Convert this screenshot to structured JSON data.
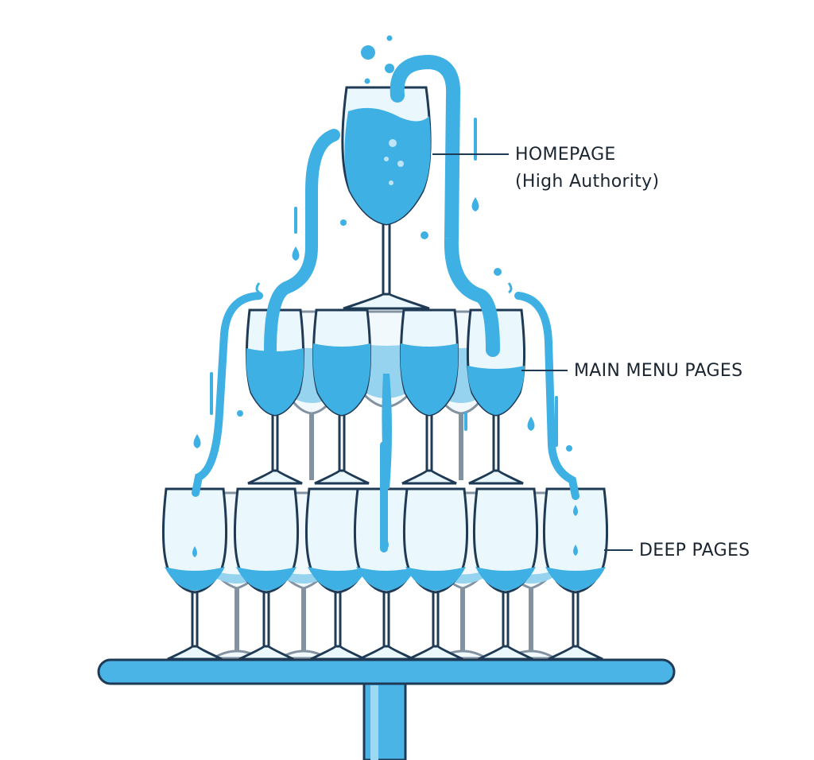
{
  "labels": {
    "homepage_line1": "HOMEPAGE",
    "homepage_line2": "(High Authority)",
    "main_menu": "MAIN MENU PAGES",
    "deep": "DEEP PAGES"
  },
  "colors": {
    "water": "#3fb0e3",
    "water_light": "#bfe4f5",
    "glass_outline": "#1f3a55",
    "glass_fill": "#e6f5fc",
    "tray": "#4ab4e6",
    "label_text": "#1a2530"
  },
  "tiers": [
    {
      "name": "homepage",
      "glass_count": 1
    },
    {
      "name": "main-menu",
      "glass_count": 4
    },
    {
      "name": "deep",
      "glass_count": 7
    }
  ]
}
